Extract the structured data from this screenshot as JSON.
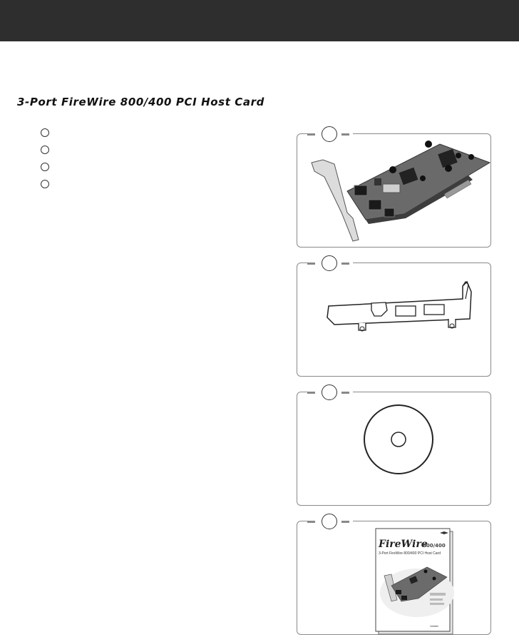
{
  "page": {
    "title": "3-Port FireWire 800/400 PCI Host Card"
  },
  "checklist": [
    {
      "id": "item-1"
    },
    {
      "id": "item-2"
    },
    {
      "id": "item-3"
    },
    {
      "id": "item-4"
    }
  ],
  "manual_cover": {
    "brand": "FireWire",
    "version": "800/400",
    "subtitle": "3-Port FireWire 800/400 PCI Host Card",
    "footer": "Vantec"
  }
}
